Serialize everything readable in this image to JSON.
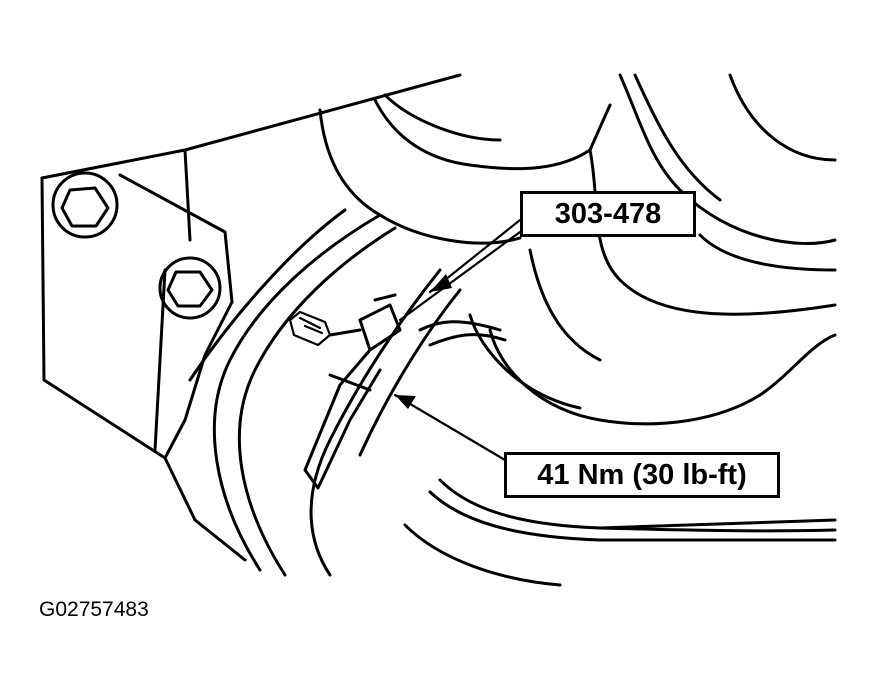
{
  "figure": {
    "callouts": {
      "tool": "303-478",
      "torque": "41 Nm (30 lb-ft)"
    },
    "figure_id": "G02757483"
  }
}
